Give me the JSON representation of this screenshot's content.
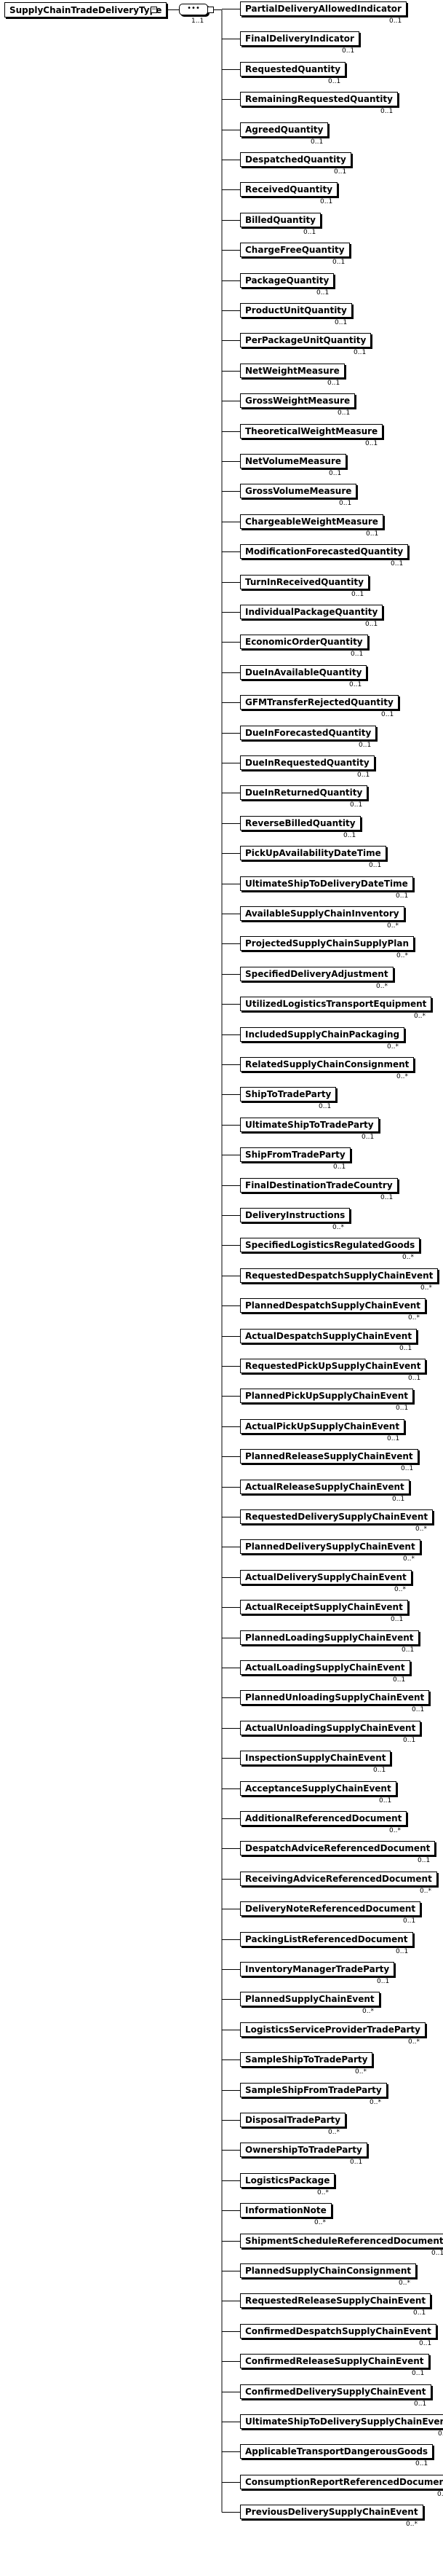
{
  "root": {
    "label": "SupplyChainTradeDeliveryType"
  },
  "sequence": {
    "symbol": "•••",
    "cardinality": "1..1"
  },
  "elements": [
    {
      "label": "PartialDeliveryAllowedIndicator",
      "card": "0..1"
    },
    {
      "label": "FinalDeliveryIndicator",
      "card": "0..1"
    },
    {
      "label": "RequestedQuantity",
      "card": "0..1"
    },
    {
      "label": "RemainingRequestedQuantity",
      "card": "0..1"
    },
    {
      "label": "AgreedQuantity",
      "card": "0..1"
    },
    {
      "label": "DespatchedQuantity",
      "card": "0..1"
    },
    {
      "label": "ReceivedQuantity",
      "card": "0..1"
    },
    {
      "label": "BilledQuantity",
      "card": "0..1"
    },
    {
      "label": "ChargeFreeQuantity",
      "card": "0..1"
    },
    {
      "label": "PackageQuantity",
      "card": "0..1"
    },
    {
      "label": "ProductUnitQuantity",
      "card": "0..1"
    },
    {
      "label": "PerPackageUnitQuantity",
      "card": "0..1"
    },
    {
      "label": "NetWeightMeasure",
      "card": "0..1"
    },
    {
      "label": "GrossWeightMeasure",
      "card": "0..1"
    },
    {
      "label": "TheoreticalWeightMeasure",
      "card": "0..1"
    },
    {
      "label": "NetVolumeMeasure",
      "card": "0..1"
    },
    {
      "label": "GrossVolumeMeasure",
      "card": "0..1"
    },
    {
      "label": "ChargeableWeightMeasure",
      "card": "0..1"
    },
    {
      "label": "ModificationForecastedQuantity",
      "card": "0..1"
    },
    {
      "label": "TurnInReceivedQuantity",
      "card": "0..1"
    },
    {
      "label": "IndividualPackageQuantity",
      "card": "0..1"
    },
    {
      "label": "EconomicOrderQuantity",
      "card": "0..1"
    },
    {
      "label": "DueInAvailableQuantity",
      "card": "0..1"
    },
    {
      "label": "GFMTransferRejectedQuantity",
      "card": "0..1"
    },
    {
      "label": "DueInForecastedQuantity",
      "card": "0..1"
    },
    {
      "label": "DueInRequestedQuantity",
      "card": "0..1"
    },
    {
      "label": "DueInReturnedQuantity",
      "card": "0..1"
    },
    {
      "label": "ReverseBilledQuantity",
      "card": "0..1"
    },
    {
      "label": "PickUpAvailabilityDateTime",
      "card": "0..1"
    },
    {
      "label": "UltimateShipToDeliveryDateTime",
      "card": "0..1"
    },
    {
      "label": "AvailableSupplyChainInventory",
      "card": "0..*"
    },
    {
      "label": "ProjectedSupplyChainSupplyPlan",
      "card": "0..*"
    },
    {
      "label": "SpecifiedDeliveryAdjustment",
      "card": "0..*"
    },
    {
      "label": "UtilizedLogisticsTransportEquipment",
      "card": "0..*"
    },
    {
      "label": "IncludedSupplyChainPackaging",
      "card": "0..*"
    },
    {
      "label": "RelatedSupplyChainConsignment",
      "card": "0..*"
    },
    {
      "label": "ShipToTradeParty",
      "card": "0..1"
    },
    {
      "label": "UltimateShipToTradeParty",
      "card": "0..1"
    },
    {
      "label": "ShipFromTradeParty",
      "card": "0..1"
    },
    {
      "label": "FinalDestinationTradeCountry",
      "card": "0..1"
    },
    {
      "label": "DeliveryInstructions",
      "card": "0..*"
    },
    {
      "label": "SpecifiedLogisticsRegulatedGoods",
      "card": "0..*"
    },
    {
      "label": "RequestedDespatchSupplyChainEvent",
      "card": "0..*"
    },
    {
      "label": "PlannedDespatchSupplyChainEvent",
      "card": "0..*"
    },
    {
      "label": "ActualDespatchSupplyChainEvent",
      "card": "0..1"
    },
    {
      "label": "RequestedPickUpSupplyChainEvent",
      "card": "0..1"
    },
    {
      "label": "PlannedPickUpSupplyChainEvent",
      "card": "0..1"
    },
    {
      "label": "ActualPickUpSupplyChainEvent",
      "card": "0..1"
    },
    {
      "label": "PlannedReleaseSupplyChainEvent",
      "card": "0..1"
    },
    {
      "label": "ActualReleaseSupplyChainEvent",
      "card": "0..1"
    },
    {
      "label": "RequestedDeliverySupplyChainEvent",
      "card": "0..*"
    },
    {
      "label": "PlannedDeliverySupplyChainEvent",
      "card": "0..*"
    },
    {
      "label": "ActualDeliverySupplyChainEvent",
      "card": "0..*"
    },
    {
      "label": "ActualReceiptSupplyChainEvent",
      "card": "0..1"
    },
    {
      "label": "PlannedLoadingSupplyChainEvent",
      "card": "0..1"
    },
    {
      "label": "ActualLoadingSupplyChainEvent",
      "card": "0..1"
    },
    {
      "label": "PlannedUnloadingSupplyChainEvent",
      "card": "0..1"
    },
    {
      "label": "ActualUnloadingSupplyChainEvent",
      "card": "0..1"
    },
    {
      "label": "InspectionSupplyChainEvent",
      "card": "0..1"
    },
    {
      "label": "AcceptanceSupplyChainEvent",
      "card": "0..1"
    },
    {
      "label": "AdditionalReferencedDocument",
      "card": "0..*"
    },
    {
      "label": "DespatchAdviceReferencedDocument",
      "card": "0..1"
    },
    {
      "label": "ReceivingAdviceReferencedDocument",
      "card": "0..*"
    },
    {
      "label": "DeliveryNoteReferencedDocument",
      "card": "0..1"
    },
    {
      "label": "PackingListReferencedDocument",
      "card": "0..1"
    },
    {
      "label": "InventoryManagerTradeParty",
      "card": "0..1"
    },
    {
      "label": "PlannedSupplyChainEvent",
      "card": "0..*"
    },
    {
      "label": "LogisticsServiceProviderTradeParty",
      "card": "0..*"
    },
    {
      "label": "SampleShipToTradeParty",
      "card": "0..*"
    },
    {
      "label": "SampleShipFromTradeParty",
      "card": "0..*"
    },
    {
      "label": "DisposalTradeParty",
      "card": "0..*"
    },
    {
      "label": "OwnershipToTradeParty",
      "card": "0..1"
    },
    {
      "label": "LogisticsPackage",
      "card": "0..*"
    },
    {
      "label": "InformationNote",
      "card": "0..*"
    },
    {
      "label": "ShipmentScheduleReferencedDocument",
      "card": "0..1"
    },
    {
      "label": "PlannedSupplyChainConsignment",
      "card": "0..*"
    },
    {
      "label": "RequestedReleaseSupplyChainEvent",
      "card": "0..1"
    },
    {
      "label": "ConfirmedDespatchSupplyChainEvent",
      "card": "0..1"
    },
    {
      "label": "ConfirmedReleaseSupplyChainEvent",
      "card": "0..1"
    },
    {
      "label": "ConfirmedDeliverySupplyChainEvent",
      "card": "0..1"
    },
    {
      "label": "UltimateShipToDeliverySupplyChainEvent",
      "card": "0..1"
    },
    {
      "label": "ApplicableTransportDangerousGoods",
      "card": "0..1"
    },
    {
      "label": "ConsumptionReportReferencedDocument",
      "card": "0..1"
    },
    {
      "label": "PreviousDeliverySupplyChainEvent",
      "card": "0..*"
    }
  ]
}
